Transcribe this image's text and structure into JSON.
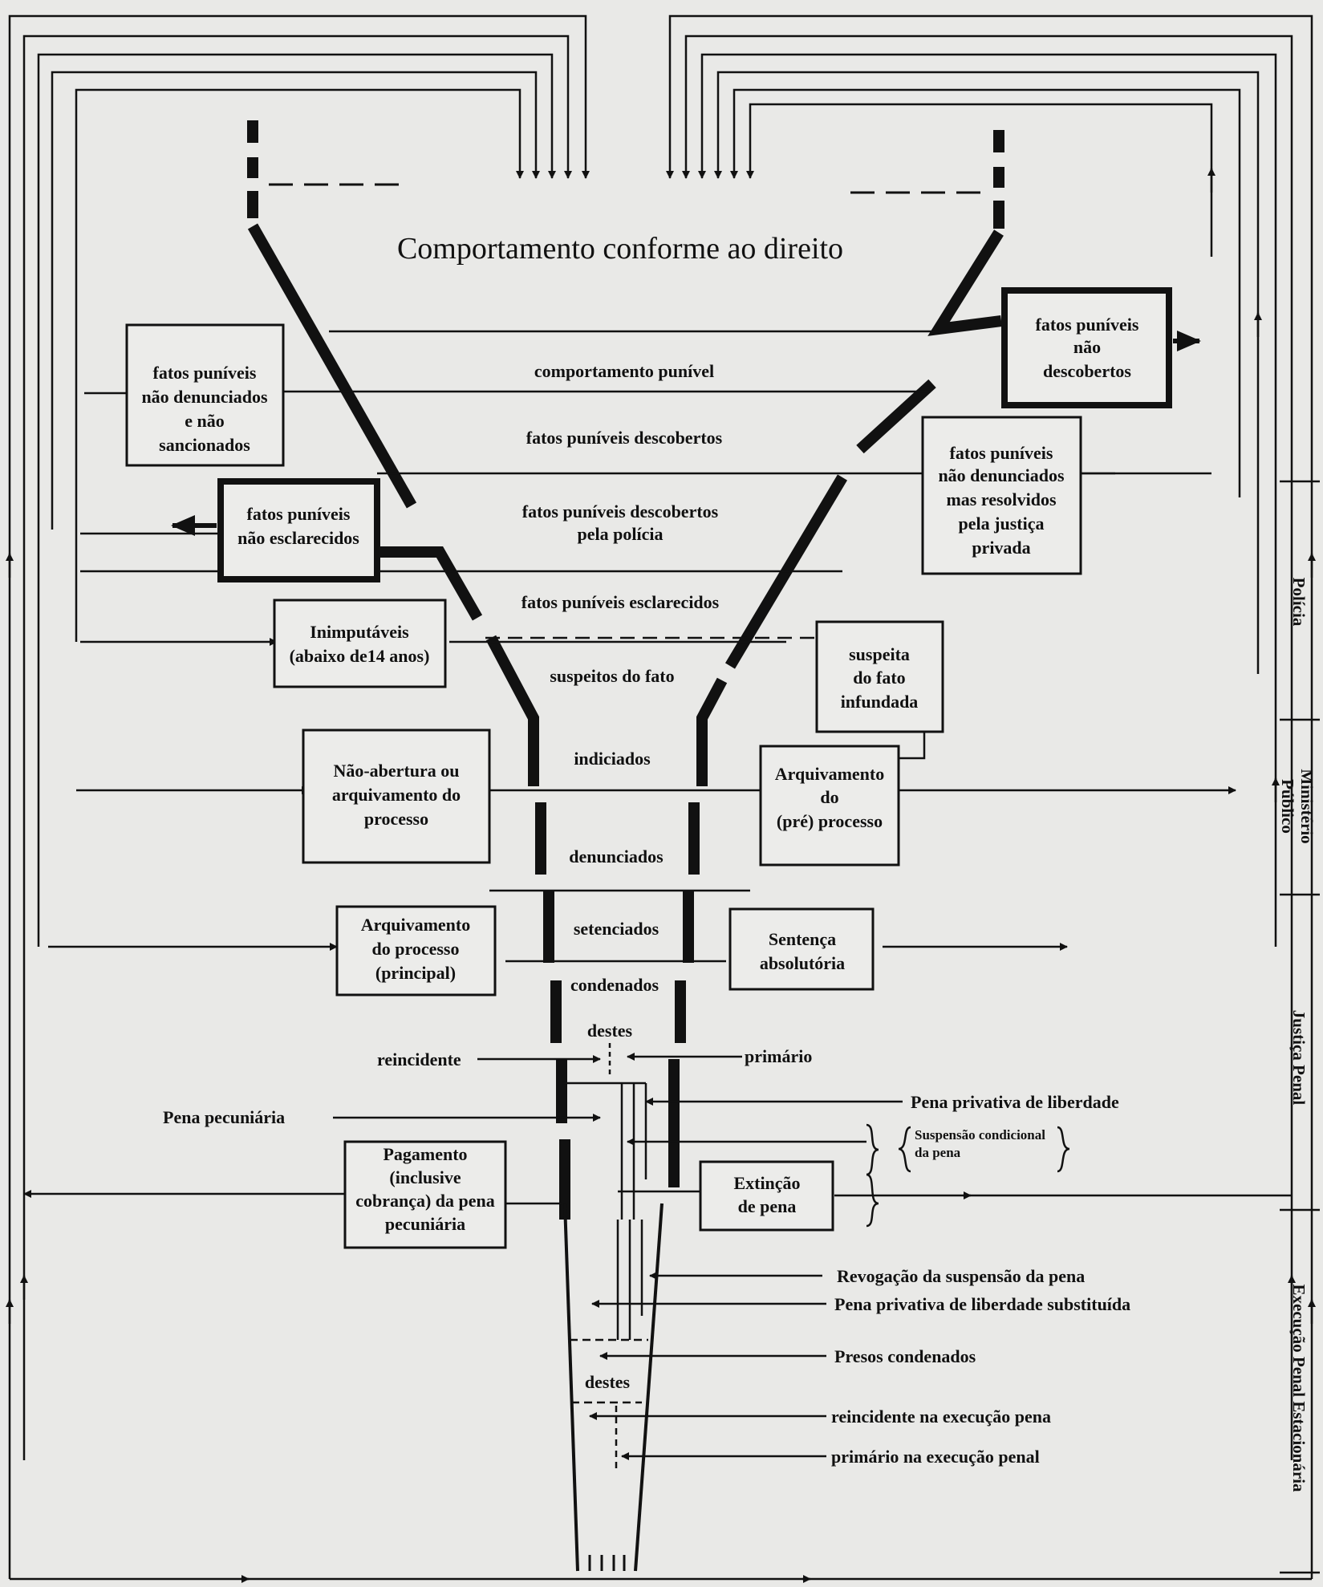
{
  "title": "Comportamento conforme ao direito",
  "funnel_labels": {
    "comportamento_punivel": "comportamento punível",
    "descobertos": "fatos puníveis descobertos",
    "descobertos_policia_1": "fatos puníveis descobertos",
    "descobertos_policia_2": "pela polícia",
    "esclarecidos": "fatos puníveis esclarecidos",
    "suspeitos": "suspeitos do fato",
    "indiciados": "indiciados",
    "denunciados": "denunciados",
    "setenciados": "setenciados",
    "condenados": "condenados",
    "destes_1": "destes",
    "destes_2": "destes"
  },
  "boxes": {
    "nao_denunciados": [
      "fatos puníveis",
      "não denunciados",
      "e não",
      "sancionados"
    ],
    "nao_descobertos": [
      "fatos puníveis",
      "não",
      "descobertos"
    ],
    "nao_esclarecidos": [
      "fatos puníveis",
      "não esclarecidos"
    ],
    "justica_privada": [
      "fatos puníveis",
      "não denunciados",
      "mas resolvidos",
      "pela justiça",
      "privada"
    ],
    "inimputaveis": [
      "Inimputáveis",
      "(abaixo de14 anos)"
    ],
    "suspeita_infundada": [
      "suspeita",
      "do fato",
      "infundada"
    ],
    "nao_abertura": [
      "Não-abertura ou",
      "arquivamento do",
      "processo"
    ],
    "arquivamento_pre": [
      "Arquivamento",
      "do",
      "(pré) processo"
    ],
    "arquivamento_principal": [
      "Arquivamento",
      "do processo",
      "(principal)"
    ],
    "sentenca_absolutoria": [
      "Sentença",
      "absolutória"
    ],
    "pagamento": [
      "Pagamento",
      "(inclusive",
      "cobrança) da pena",
      "pecuniária"
    ],
    "extincao": [
      "Extinção",
      "de pena"
    ]
  },
  "branch_labels": {
    "reincidente": "reincidente",
    "primario": "primário",
    "pena_pecuniaria": "Pena pecuniária",
    "pena_privativa": "Pena privativa de liberdade",
    "suspensao_1": "Suspensão  condicional",
    "suspensao_2": "da pena",
    "revogacao": "Revogação da suspensão da pena",
    "substituida": "Pena privativa de liberdade substituída",
    "presos": "Presos condenados",
    "reincidente_exec": "reincidente na execução pena",
    "primario_exec": "primário na execução penal"
  },
  "side_labels": {
    "policia": "Polícia",
    "ministerio_1": "Ministério",
    "ministerio_2": "Público",
    "justica": "Justiça Penal",
    "execucao": "Execução Penal Estacionária"
  }
}
